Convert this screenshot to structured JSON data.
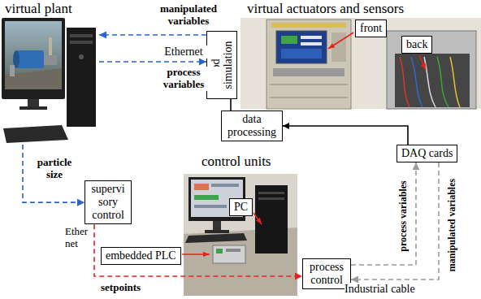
{
  "diagram": {
    "nodes": [
      {
        "text": [
          "virtual plant"
        ]
      },
      {
        "text": [
          "virtual actuators and sensors"
        ]
      },
      {
        "text": [
          "front"
        ],
        "in": 1
      },
      {
        "text": [
          "back"
        ],
        "in": 1
      },
      {
        "text": [
          "model simulation"
        ]
      },
      {
        "text": [
          "data processing"
        ]
      },
      {
        "text": [
          "DAQ cards"
        ]
      },
      {
        "text": [
          "control units"
        ]
      },
      {
        "text": [
          "supervi sory control"
        ]
      },
      {
        "text": [
          "PC"
        ],
        "in": 7
      },
      {
        "text": [
          "embedded PLC"
        ]
      },
      {
        "text": [
          "process control"
        ]
      }
    ],
    "edges": [
      {
        "from": 4,
        "to": 0,
        "label": "manipulated variables",
        "arrow": "to"
      },
      {
        "from": 0,
        "to": 4,
        "label": "process variables",
        "arrow": "to"
      },
      {
        "from": 0,
        "to": 8,
        "label": "particle size",
        "arrow": "to"
      },
      {
        "from": 8,
        "to": 11,
        "label": "setpoints",
        "arrow": "to"
      },
      {
        "from": 11,
        "to": 6,
        "label": "process variables",
        "arrow": "to"
      },
      {
        "from": 6,
        "to": 11,
        "label": "manipulated variables",
        "arrow": "to"
      },
      {
        "from": 6,
        "to": 5,
        "arrow": "to"
      },
      {
        "from": 4,
        "to": 5,
        "arrow": "none"
      }
    ],
    "labels": [
      "Ethernet",
      "Ether net",
      "Industrial cable"
    ]
  }
}
